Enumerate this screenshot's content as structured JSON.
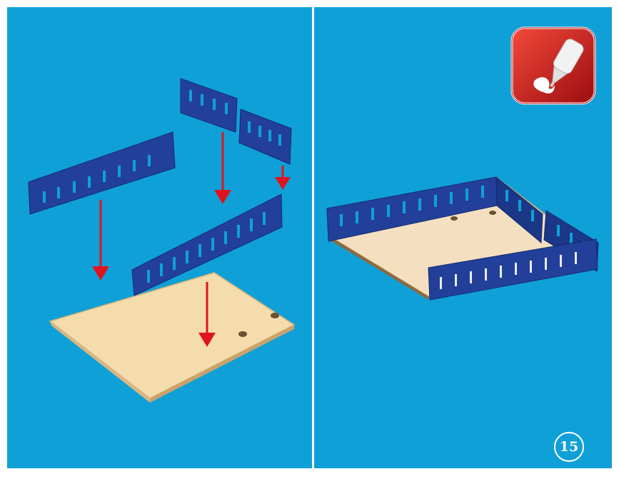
{
  "instruction": {
    "step_number": "15",
    "left_panel": {
      "description_icons": [
        "wall-panel",
        "wall-panel",
        "wall-panel",
        "wall-panel",
        "base-plate",
        "down-arrow"
      ]
    },
    "right_panel": {
      "badge_icon": "glue-bottle-icon"
    }
  },
  "colors": {
    "background": "#0fa0d8",
    "wall_blue": "#1e3c96",
    "wood": "#f3d7a8",
    "arrow_red": "#e0141e",
    "badge_red": "#d4141c"
  }
}
